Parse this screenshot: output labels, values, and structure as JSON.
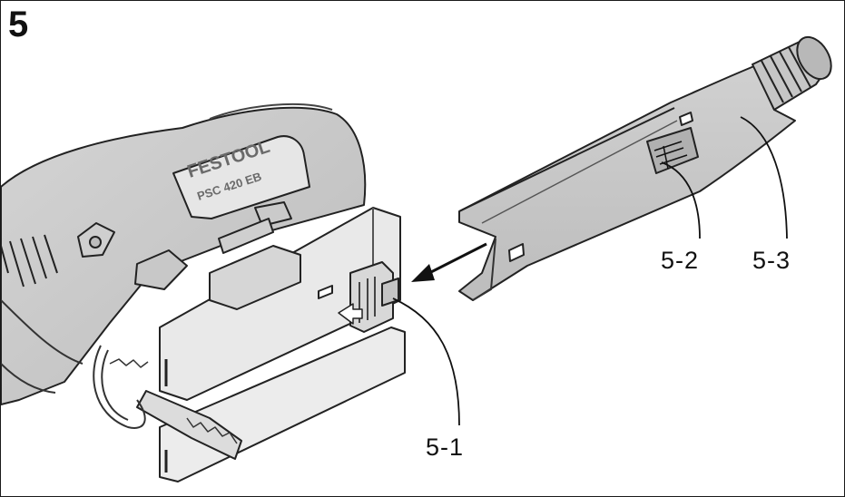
{
  "figure": {
    "number": "5",
    "labels": {
      "callout_5_1": "5-1",
      "callout_5_2": "5-2",
      "callout_5_3": "5-3"
    },
    "tool_markings": {
      "brand": "FESTOOL",
      "model": "PSC 420 EB"
    },
    "icons": [
      "jigsaw-tool-icon",
      "dust-extraction-adapter-icon",
      "direction-arrow-icon",
      "latch-clip-icon"
    ]
  }
}
